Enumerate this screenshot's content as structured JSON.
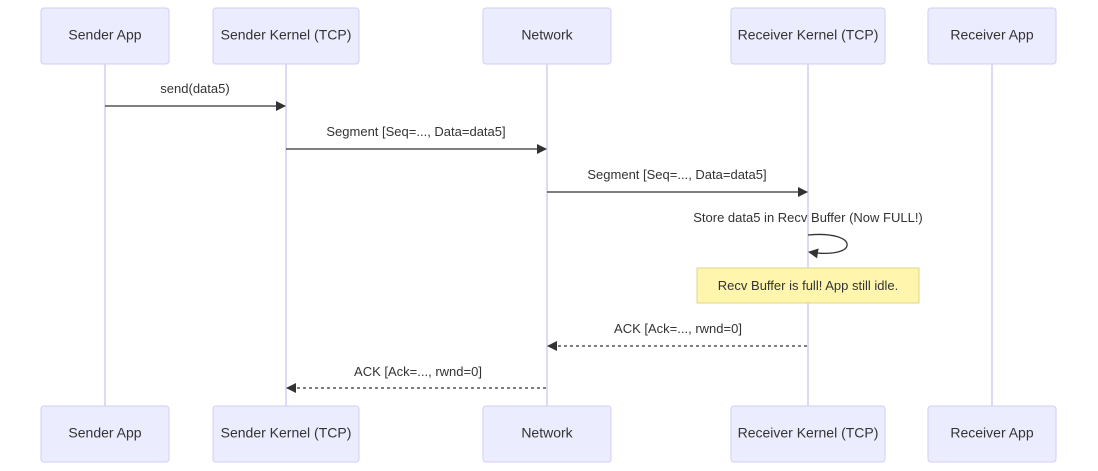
{
  "participants": [
    {
      "id": "sender_app",
      "label": "Sender App"
    },
    {
      "id": "sender_kernel",
      "label": "Sender Kernel (TCP)"
    },
    {
      "id": "network",
      "label": "Network"
    },
    {
      "id": "receiver_kernel",
      "label": "Receiver Kernel (TCP)"
    },
    {
      "id": "receiver_app",
      "label": "Receiver App"
    }
  ],
  "messages": [
    {
      "from": "sender_app",
      "to": "sender_kernel",
      "label": "send(data5)",
      "style": "solid"
    },
    {
      "from": "sender_kernel",
      "to": "network",
      "label": "Segment [Seq=..., Data=data5]",
      "style": "solid"
    },
    {
      "from": "network",
      "to": "receiver_kernel",
      "label": "Segment [Seq=..., Data=data5]",
      "style": "solid"
    },
    {
      "from": "receiver_kernel",
      "to": "receiver_kernel",
      "label": "Store data5 in Recv Buffer (Now FULL!)",
      "style": "solid"
    },
    {
      "from": "receiver_kernel",
      "to": "network",
      "label": "ACK [Ack=..., rwnd=0]",
      "style": "dashed"
    },
    {
      "from": "network",
      "to": "sender_kernel",
      "label": "ACK [Ack=..., rwnd=0]",
      "style": "dashed"
    }
  ],
  "note": {
    "over": "receiver_kernel",
    "text": "Recv Buffer is full! App still idle."
  }
}
